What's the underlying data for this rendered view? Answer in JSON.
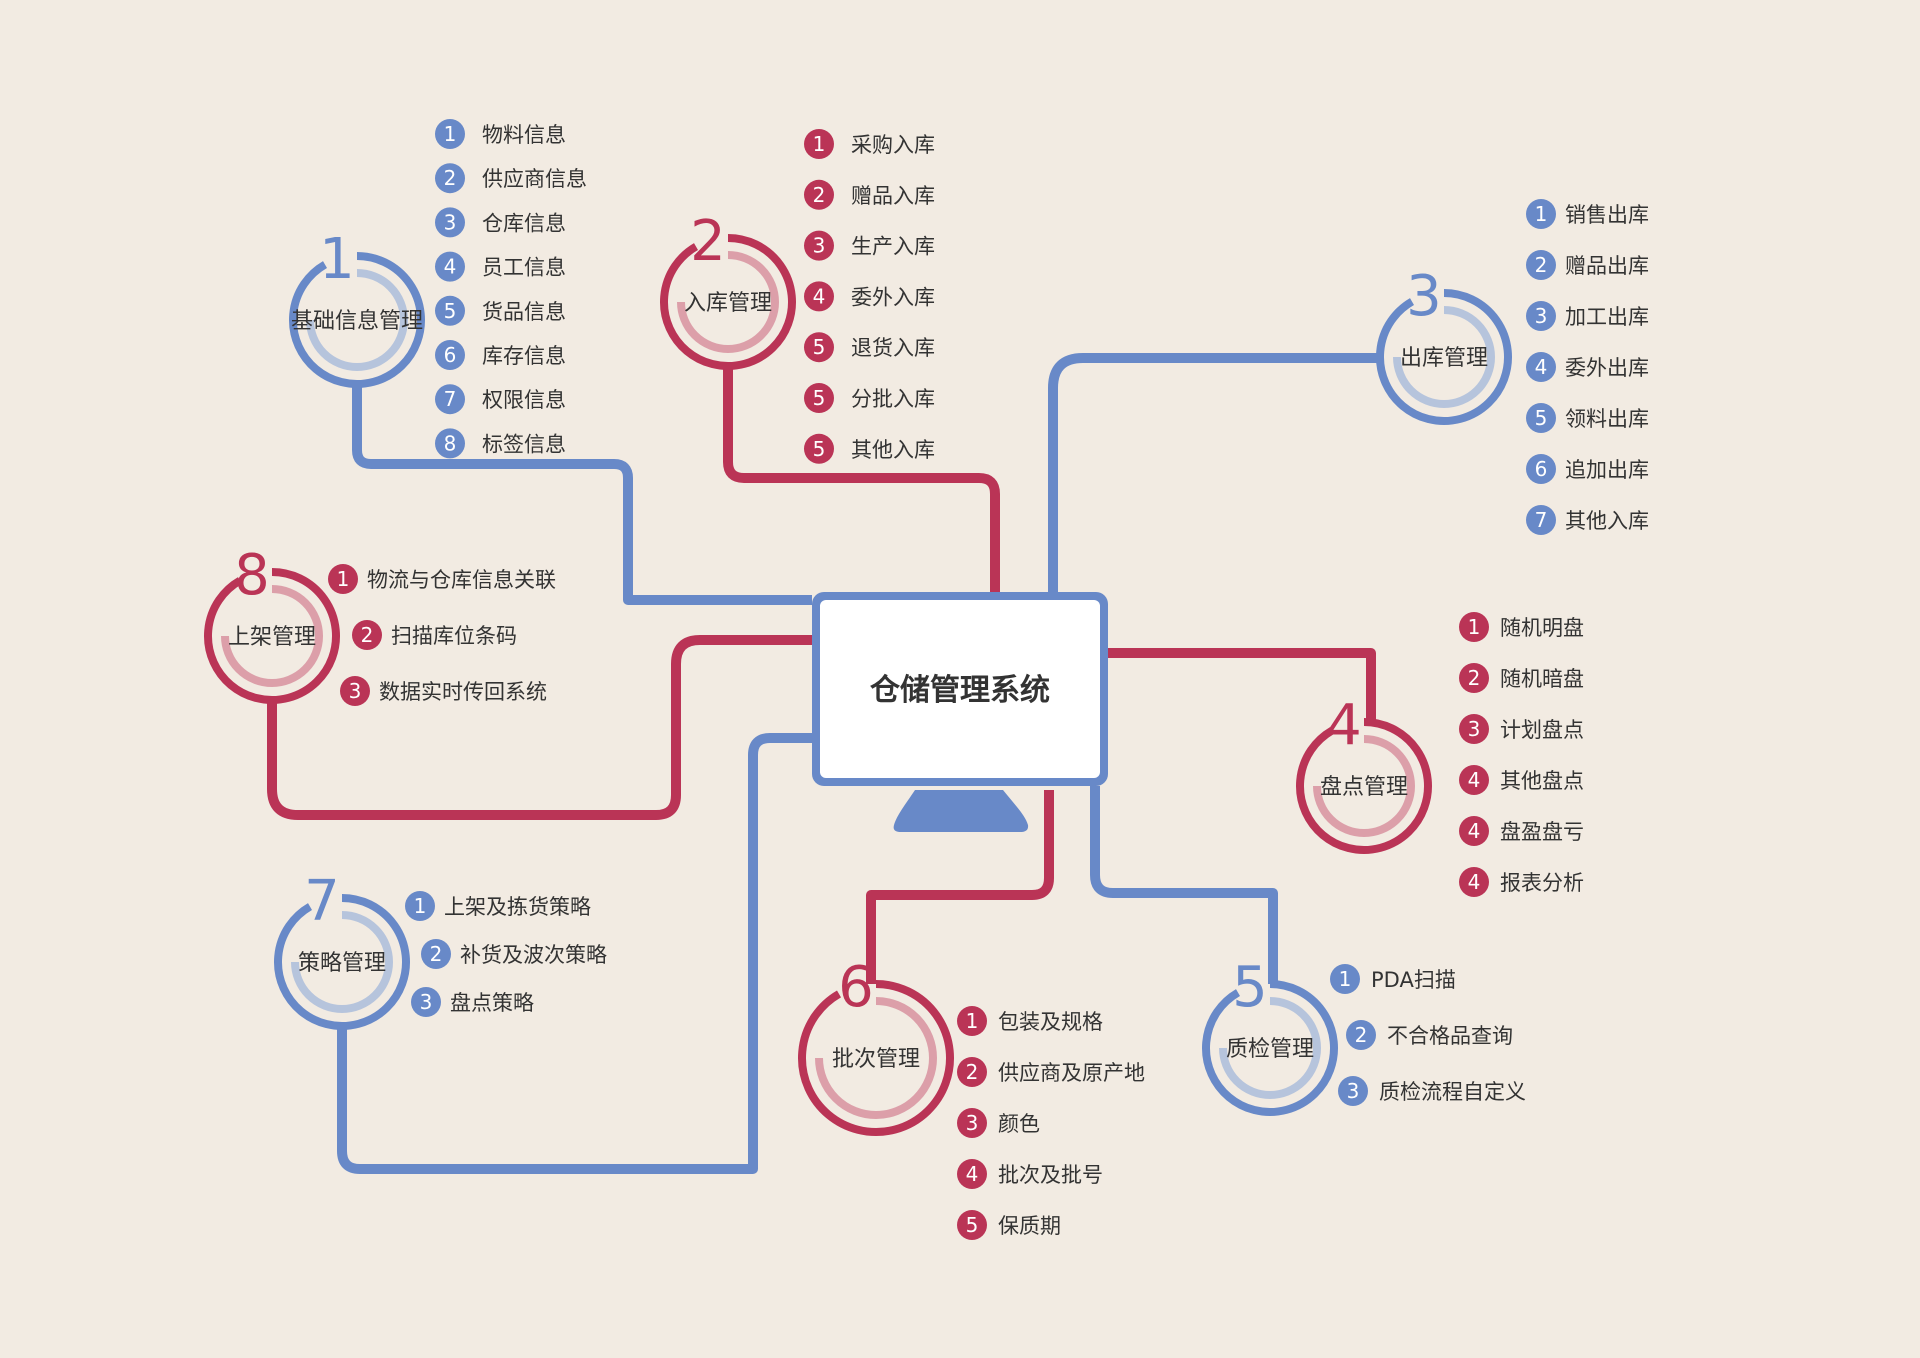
{
  "colors": {
    "background": "#f2ebe2",
    "blue": "#6889c8",
    "blue_light": "#b6c4dc",
    "red": "#ba3456",
    "red_light": "#dc9fa9",
    "text": "#333333",
    "monitor_screen": "#ffffff"
  },
  "center": {
    "title": "仓储管理系统",
    "icon": "monitor-icon"
  },
  "nodes": [
    {
      "id": "1",
      "number": "1",
      "title": "基础信息管理",
      "color": "blue",
      "items": [
        {
          "num": "1",
          "label": "物料信息"
        },
        {
          "num": "2",
          "label": "供应商信息"
        },
        {
          "num": "3",
          "label": "仓库信息"
        },
        {
          "num": "4",
          "label": "员工信息"
        },
        {
          "num": "5",
          "label": "货品信息"
        },
        {
          "num": "6",
          "label": "库存信息"
        },
        {
          "num": "7",
          "label": "权限信息"
        },
        {
          "num": "8",
          "label": "标签信息"
        }
      ]
    },
    {
      "id": "2",
      "number": "2",
      "title": "入库管理",
      "color": "red",
      "items": [
        {
          "num": "1",
          "label": "采购入库"
        },
        {
          "num": "2",
          "label": "赠品入库"
        },
        {
          "num": "3",
          "label": "生产入库"
        },
        {
          "num": "4",
          "label": "委外入库"
        },
        {
          "num": "5",
          "label": "退货入库"
        },
        {
          "num": "5",
          "label": "分批入库"
        },
        {
          "num": "5",
          "label": "其他入库"
        }
      ]
    },
    {
      "id": "3",
      "number": "3",
      "title": "出库管理",
      "color": "blue",
      "items": [
        {
          "num": "1",
          "label": "销售出库"
        },
        {
          "num": "2",
          "label": "赠品出库"
        },
        {
          "num": "3",
          "label": "加工出库"
        },
        {
          "num": "4",
          "label": "委外出库"
        },
        {
          "num": "5",
          "label": "领料出库"
        },
        {
          "num": "6",
          "label": "追加出库"
        },
        {
          "num": "7",
          "label": "其他入库"
        }
      ]
    },
    {
      "id": "4",
      "number": "4",
      "title": "盘点管理",
      "color": "red",
      "items": [
        {
          "num": "1",
          "label": "随机明盘"
        },
        {
          "num": "2",
          "label": "随机暗盘"
        },
        {
          "num": "3",
          "label": "计划盘点"
        },
        {
          "num": "4",
          "label": "其他盘点"
        },
        {
          "num": "4",
          "label": "盘盈盘亏"
        },
        {
          "num": "4",
          "label": "报表分析"
        }
      ]
    },
    {
      "id": "5",
      "number": "5",
      "title": "质检管理",
      "color": "blue",
      "items": [
        {
          "num": "1",
          "label": "PDA扫描"
        },
        {
          "num": "2",
          "label": "不合格品查询"
        },
        {
          "num": "3",
          "label": "质检流程自定义"
        }
      ]
    },
    {
      "id": "6",
      "number": "6",
      "title": "批次管理",
      "color": "red",
      "items": [
        {
          "num": "1",
          "label": "包装及规格"
        },
        {
          "num": "2",
          "label": "供应商及原产地"
        },
        {
          "num": "3",
          "label": "颜色"
        },
        {
          "num": "4",
          "label": "批次及批号"
        },
        {
          "num": "5",
          "label": "保质期"
        }
      ]
    },
    {
      "id": "7",
      "number": "7",
      "title": "策略管理",
      "color": "blue",
      "items": [
        {
          "num": "1",
          "label": "上架及拣货策略"
        },
        {
          "num": "2",
          "label": "补货及波次策略"
        },
        {
          "num": "3",
          "label": "盘点策略"
        }
      ]
    },
    {
      "id": "8",
      "number": "8",
      "title": "上架管理",
      "color": "red",
      "items": [
        {
          "num": "1",
          "label": "物流与仓库信息关联"
        },
        {
          "num": "2",
          "label": "扫描库位条码"
        },
        {
          "num": "3",
          "label": "数据实时传回系统"
        }
      ]
    }
  ]
}
